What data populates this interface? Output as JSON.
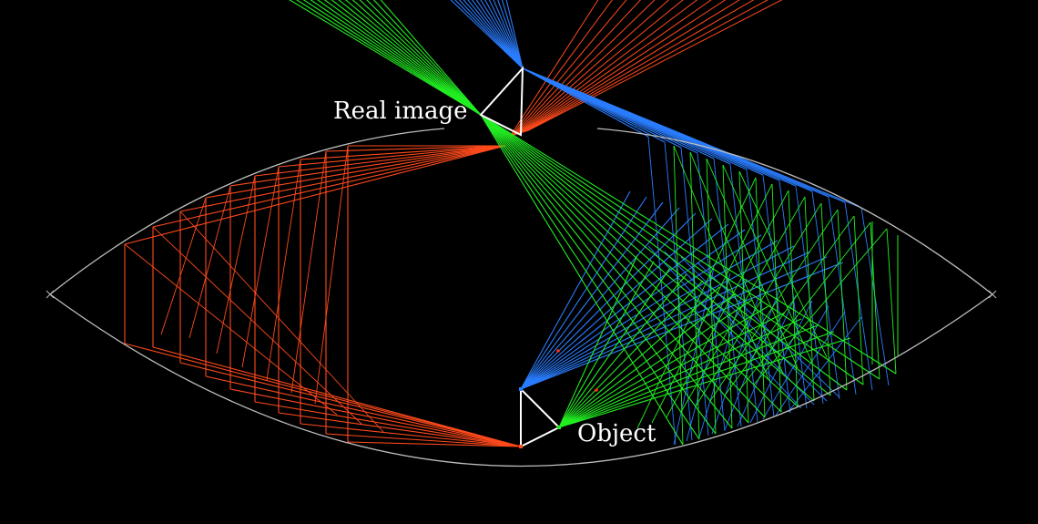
{
  "labels": {
    "real_image": "Real image",
    "object": "Object"
  },
  "colors": {
    "background": "#000000",
    "mirror": "#bdbdbd",
    "ray_red": "#ff4a1c",
    "ray_green": "#22ee22",
    "ray_blue": "#2a7dff",
    "triangle": "#ffffff",
    "focus_marker": "#ff3020"
  },
  "rays": {
    "red_count": 14,
    "green_count": 14,
    "blue_count": 14
  }
}
